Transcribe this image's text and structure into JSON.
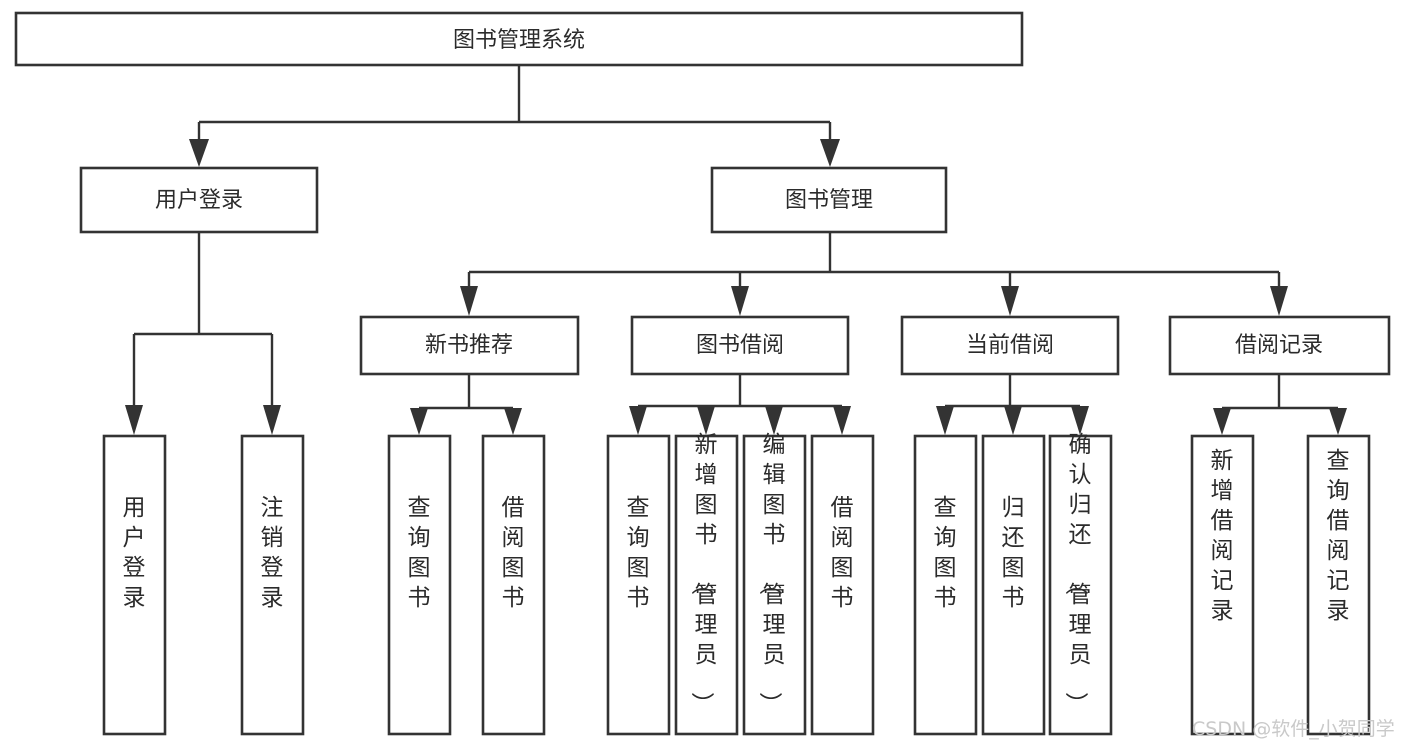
{
  "diagram": {
    "title": "图书管理系统",
    "type": "tree-hierarchy-flowchart",
    "colors": {
      "background": "#ffffff",
      "box_fill": "#ffffff",
      "box_stroke": "#333333",
      "text": "#2b2b2b",
      "watermark": "#c9c9c9"
    },
    "root": {
      "label": "图书管理系统",
      "orientation": "horizontal"
    },
    "level2": [
      {
        "label": "用户登录",
        "orientation": "horizontal"
      },
      {
        "label": "图书管理",
        "orientation": "horizontal"
      }
    ],
    "level3": [
      {
        "label": "新书推荐",
        "orientation": "horizontal"
      },
      {
        "label": "图书借阅",
        "orientation": "horizontal"
      },
      {
        "label": "当前借阅",
        "orientation": "horizontal"
      },
      {
        "label": "借阅记录",
        "orientation": "horizontal"
      }
    ],
    "leaves": {
      "user_login": [
        {
          "label": "用户登录",
          "orientation": "vertical"
        },
        {
          "label": "注销登录",
          "orientation": "vertical"
        }
      ],
      "new_book_recommend": [
        {
          "label": "查询图书",
          "orientation": "vertical"
        },
        {
          "label": "借阅图书",
          "orientation": "vertical"
        }
      ],
      "book_borrow": [
        {
          "label": "查询图书",
          "orientation": "vertical"
        },
        {
          "label": "新增图书（管理员）",
          "orientation": "vertical"
        },
        {
          "label": "编辑图书（管理员）",
          "orientation": "vertical"
        },
        {
          "label": "借阅图书",
          "orientation": "vertical"
        }
      ],
      "current_borrow": [
        {
          "label": "查询图书",
          "orientation": "vertical"
        },
        {
          "label": "归还图书",
          "orientation": "vertical"
        },
        {
          "label": "确认归还（管理员）",
          "orientation": "vertical"
        }
      ],
      "borrow_record": [
        {
          "label": "新增借阅记录",
          "orientation": "vertical"
        },
        {
          "label": "查询借阅记录",
          "orientation": "vertical"
        }
      ]
    }
  },
  "watermark": {
    "text": "CSDN @软件_小贺同学"
  }
}
